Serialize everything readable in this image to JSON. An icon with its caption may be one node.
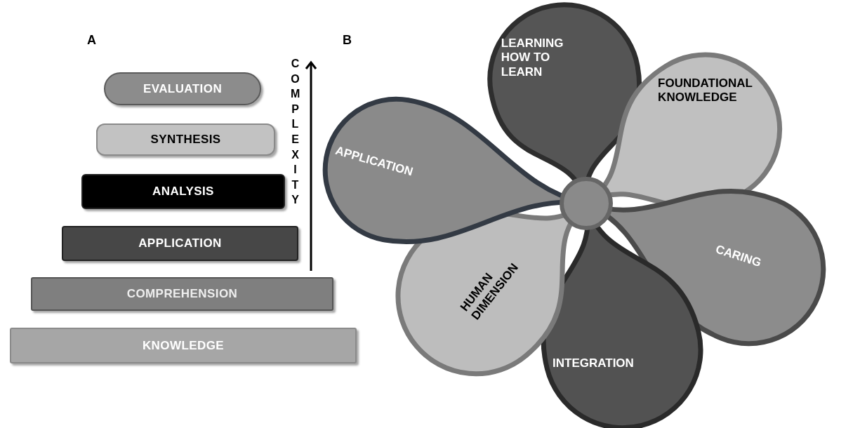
{
  "diagram": {
    "nodes": [
      {
        "text": [
          "EVALUATION"
        ]
      },
      {
        "text": [
          "SYNTHESIS"
        ]
      },
      {
        "text": [
          "ANALYSIS"
        ]
      },
      {
        "text": [
          "APPLICATION"
        ]
      },
      {
        "text": [
          "COMPREHENSION"
        ]
      },
      {
        "text": [
          "KNOWLEDGE"
        ]
      },
      {
        "text": [
          "LEARNING HOW TO LEARN"
        ]
      },
      {
        "text": [
          "FOUNDATIONAL KNOWLEDGE"
        ]
      },
      {
        "text": [
          "CARING"
        ]
      },
      {
        "text": [
          "INTEGRATION"
        ]
      },
      {
        "text": [
          "HUMAN DIMENSION"
        ]
      },
      {
        "text": [
          "APPLICATION"
        ]
      },
      {
        "text": [],
        "shape": "circle"
      }
    ],
    "labels": [
      "A",
      "B",
      "COMPLEXITY"
    ]
  }
}
